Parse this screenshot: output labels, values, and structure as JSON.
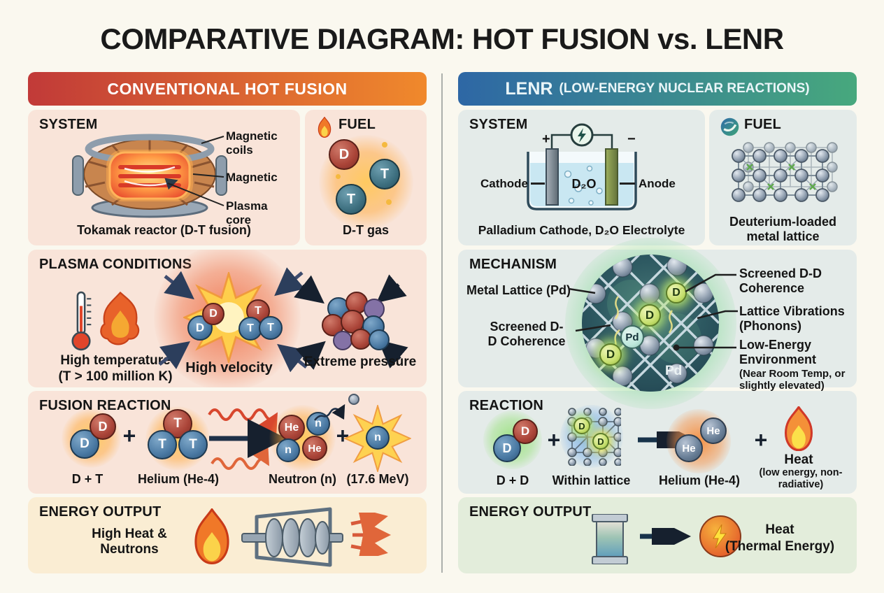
{
  "title": "COMPARATIVE DIAGRAM: HOT FUSION vs. LENR",
  "hot": {
    "header": "CONVENTIONAL HOT FUSION",
    "system": {
      "heading": "SYSTEM",
      "label_coils": "Magnetic coils",
      "label_magnetic": "Magnetic",
      "label_core": "Plasma core",
      "caption": "Tokamak reactor (D-T fusion)"
    },
    "fuel": {
      "heading": "FUEL",
      "particles": [
        "D",
        "T",
        "T"
      ],
      "caption": "D-T gas"
    },
    "plasma": {
      "heading": "PLASMA CONDITIONS",
      "temp_caption": "High temperature",
      "temp_caption2": "(T > 100 million K)",
      "velocity_particles": [
        "D",
        "D",
        "T",
        "T",
        "T"
      ],
      "velocity_caption": "High velocity",
      "pressure_caption": "Extreme pressure"
    },
    "reaction": {
      "heading": "FUSION REACTION",
      "g1": [
        "D",
        "D"
      ],
      "g1_caption": "D + T",
      "plus": "+",
      "g2": [
        "T",
        "T",
        "T"
      ],
      "g2_caption": "Helium (He-4)",
      "g3": [
        "He",
        "n",
        "n",
        "He"
      ],
      "g3_caption": "Neutron (n)",
      "g4": [
        "n"
      ],
      "g4_caption": "(17.6 MeV)"
    },
    "energy": {
      "heading": "ENERGY OUTPUT",
      "caption": "High Heat & Neutrons"
    }
  },
  "lenr": {
    "header": "LENR",
    "header_sub": "(LOW-ENERGY NUCLEAR REACTIONS)",
    "system": {
      "heading": "SYSTEM",
      "plus": "+",
      "minus": "−",
      "cathode": "Cathode",
      "anode": "Anode",
      "electrolyte": "D₂O",
      "caption": "Palladium Cathode, D₂O Electrolyte"
    },
    "fuel": {
      "heading": "FUEL",
      "caption": "Deuterium-loaded metal lattice"
    },
    "mechanism": {
      "heading": "MECHANISM",
      "label_lattice": "Metal Lattice (Pd)",
      "label_screened_left_1": "Screened D-",
      "label_screened_left_2": "D Coherence",
      "label_screened_right": "Screened D-D Coherence",
      "label_phonons": "Lattice Vibrations (Phonons)",
      "label_low_energy": "Low-Energy Environment",
      "label_low_energy_sub": "(Near Room Temp, or slightly elevated)",
      "d_particles": [
        "D",
        "D",
        "D"
      ],
      "pd_center": "Pd",
      "pd_bottom": "Pd"
    },
    "reaction": {
      "heading": "REACTION",
      "g1": [
        "D",
        "D"
      ],
      "g1_caption": "D + D",
      "plus": "+",
      "lattice_particles": [
        "D",
        "D"
      ],
      "g2_caption": "Within lattice",
      "g3": [
        "He",
        "He"
      ],
      "g3_caption": "Helium (He-4)",
      "heat_caption": "Heat",
      "heat_sub": "(low energy, non-radiative)"
    },
    "energy": {
      "heading": "ENERGY OUTPUT",
      "caption": "Heat",
      "caption2": "(Thermal Energy)"
    }
  },
  "colors": {
    "hot_header_start": "#C13A38",
    "hot_header_end": "#F0892C",
    "lenr_header_start": "#2E67A5",
    "lenr_header_end": "#47A87D",
    "hot_panel_bg": "#F9E4D9",
    "hot_energy_bg": "#FAEDD3",
    "lenr_panel_bg": "#E4EBE9",
    "lenr_energy_bg": "#E3EDDB",
    "page_bg": "#FAF8EF"
  }
}
